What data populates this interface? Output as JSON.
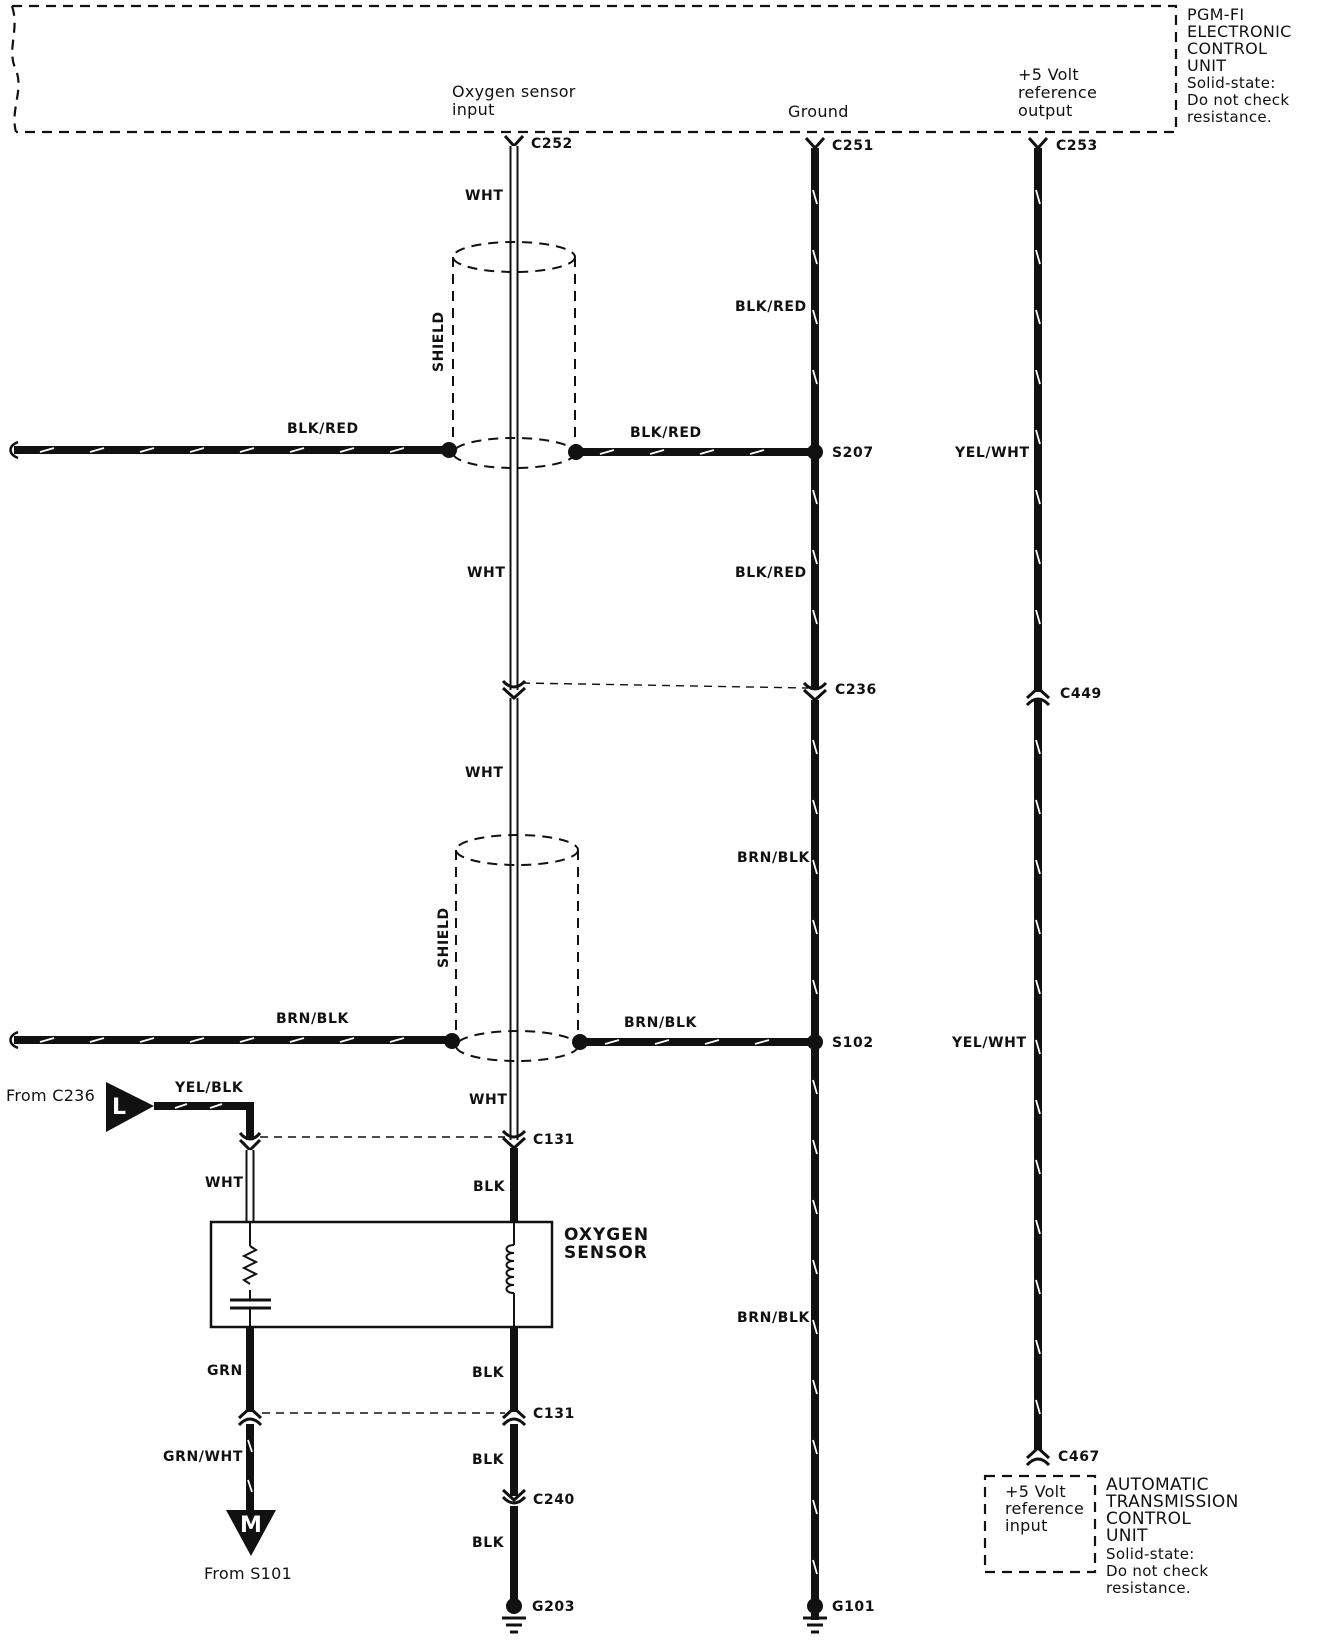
{
  "ecu": {
    "name_lines": [
      "PGM-FI",
      "ELECTRONIC",
      "CONTROL",
      "UNIT"
    ],
    "note_lines": [
      "Solid-state:",
      "Do not check",
      "resistance."
    ],
    "pins": {
      "oxygen_input": [
        "Oxygen sensor",
        "input"
      ],
      "ground": "Ground",
      "ref_output": [
        "+5 Volt",
        "reference",
        "output"
      ]
    }
  },
  "connectors": {
    "c252": "C252",
    "c251": "C251",
    "c253": "C253",
    "s207": "S207",
    "c236": "C236",
    "c449": "C449",
    "s102": "S102",
    "c131_top": "C131",
    "c131_bottom": "C131",
    "c240": "C240",
    "g203": "G203",
    "g101": "G101",
    "c467": "C467"
  },
  "wires": {
    "wht_1": "WHT",
    "wht_2": "WHT",
    "wht_3": "WHT",
    "wht_4": "WHT",
    "wht_sensor": "WHT",
    "blk_red_1": "BLK/RED",
    "blk_red_2": "BLK/RED",
    "blk_red_left": "BLK/RED",
    "blk_red_right": "BLK/RED",
    "yel_wht_1": "YEL/WHT",
    "yel_wht_2": "YEL/WHT",
    "brn_blk_1": "BRN/BLK",
    "brn_blk_2": "BRN/BLK",
    "brn_blk_left": "BRN/BLK",
    "brn_blk_right": "BRN/BLK",
    "yel_blk": "YEL/BLK",
    "blk_1": "BLK",
    "blk_2": "BLK",
    "blk_3": "BLK",
    "blk_4": "BLK",
    "grn": "GRN",
    "grn_wht": "GRN/WHT"
  },
  "shield_label": "SHIELD",
  "shield_label_2": "SHIELD",
  "oxygen_sensor": [
    "OXYGEN",
    "SENSOR"
  ],
  "offpage": {
    "from_c236": "From C236",
    "l_marker": "L",
    "from_s101": "From S101",
    "m_marker": "M"
  },
  "tcu": {
    "pin_lines": [
      "+5 Volt",
      "reference",
      "input"
    ],
    "name_lines": [
      "AUTOMATIC",
      "TRANSMISSION",
      "CONTROL",
      "UNIT"
    ],
    "note_lines": [
      "Solid-state:",
      "Do not check",
      "resistance."
    ]
  }
}
